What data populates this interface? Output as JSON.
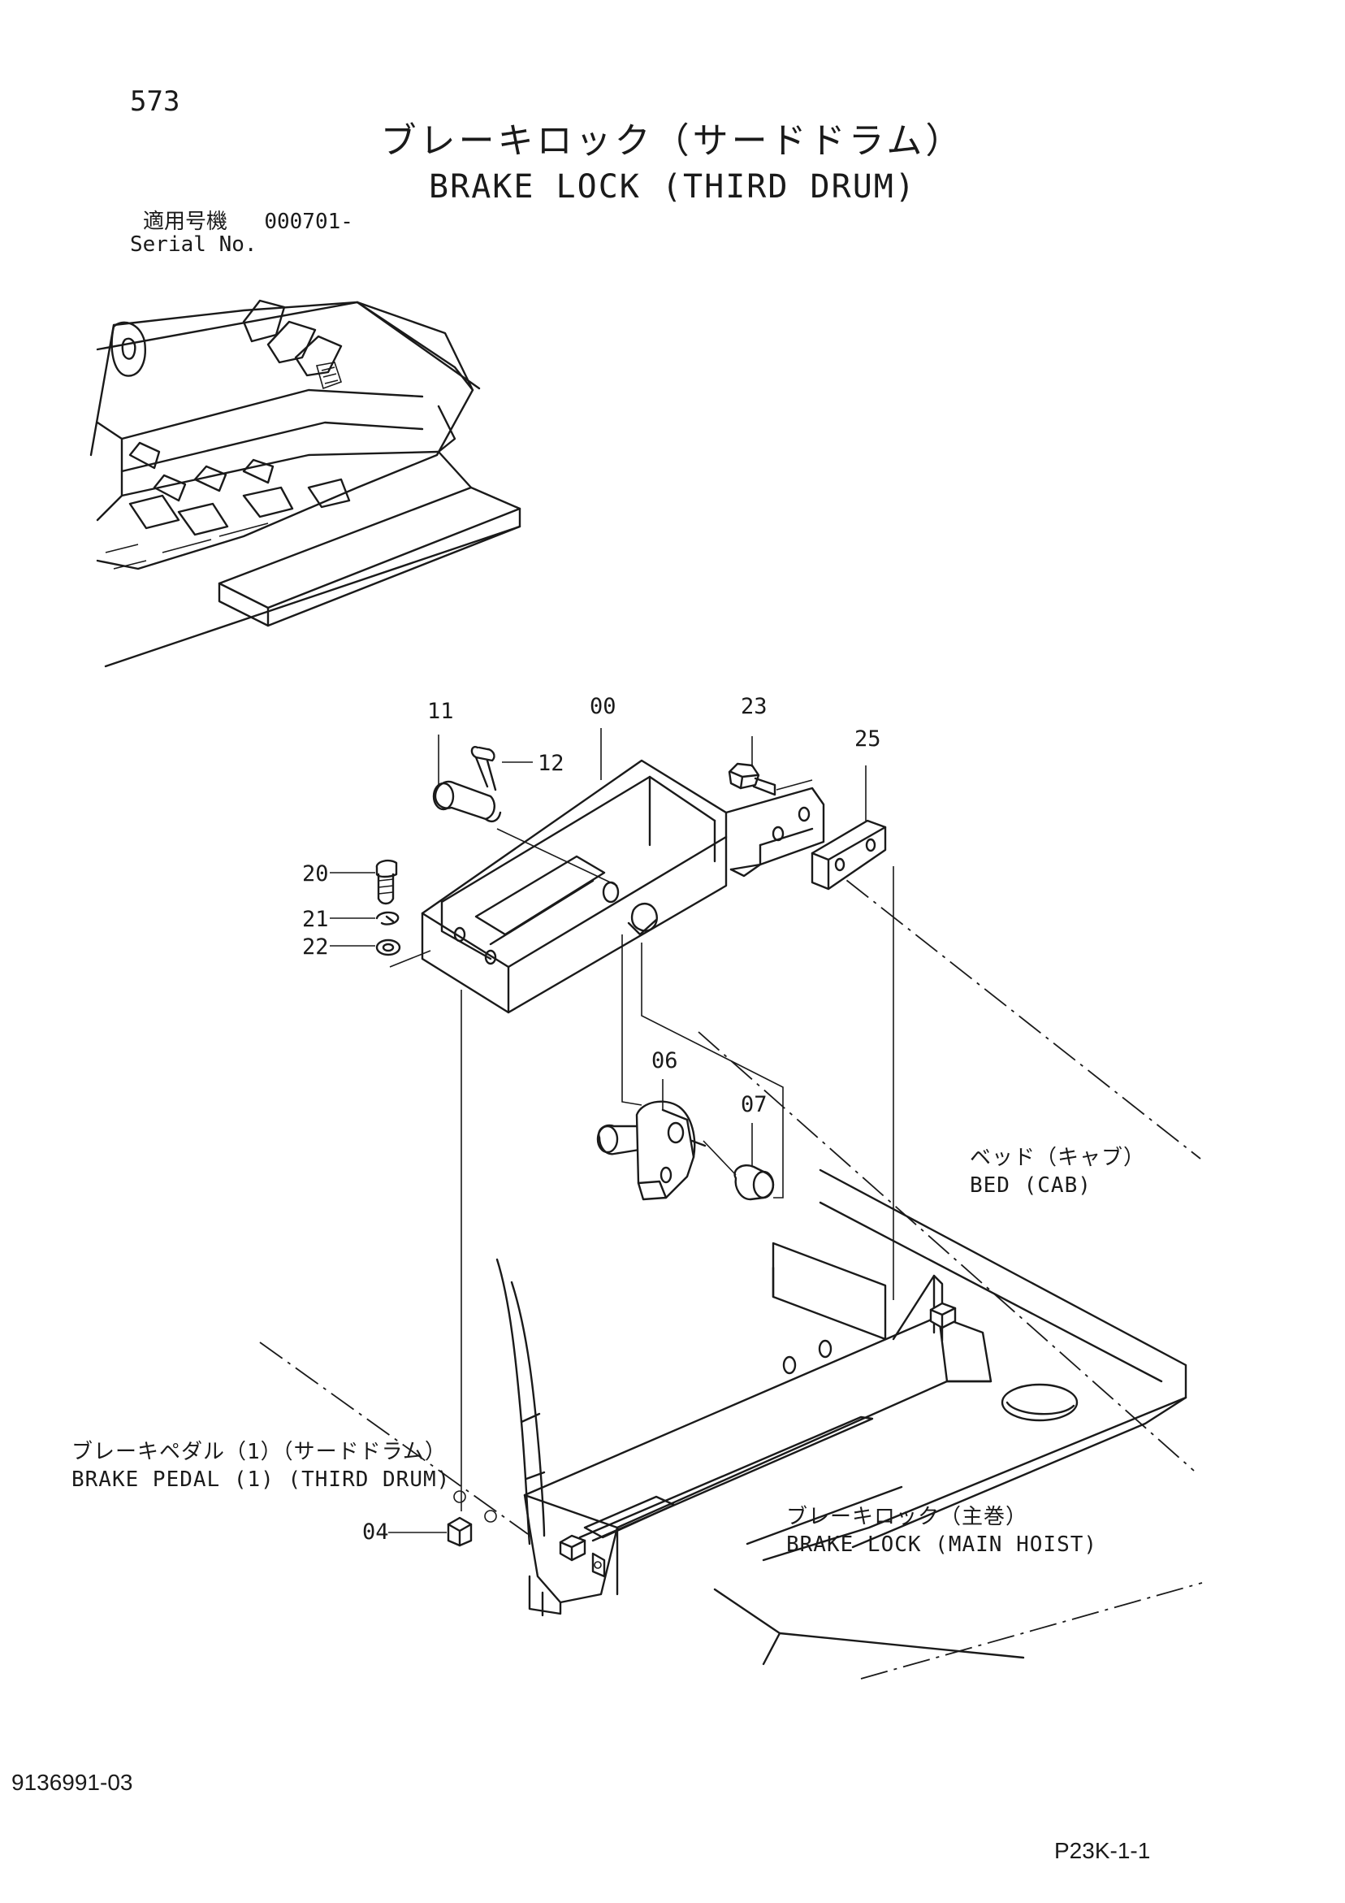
{
  "header": {
    "page_number": "573",
    "title_jp": "ブレーキロック（サードドラム）",
    "title_en": "BRAKE LOCK (THIRD DRUM)",
    "serial_label_jp": "適用号機",
    "serial_value": "000701-",
    "serial_label_en": "Serial No."
  },
  "callouts": {
    "c00": "00",
    "c04": "04",
    "c06": "06",
    "c07": "07",
    "c11": "11",
    "c12": "12",
    "c20": "20",
    "c21": "21",
    "c22": "22",
    "c23": "23",
    "c25": "25"
  },
  "notes": {
    "bed_jp": "ベッド（キャブ）",
    "bed_en": "BED (CAB)",
    "pedal_jp": "ブレーキペダル（1）（サードドラム）",
    "pedal_en": "BRAKE PEDAL (1) (THIRD DRUM)",
    "mainlock_jp": "ブレーキロック（主巻）",
    "mainlock_en": "BRAKE LOCK (MAIN HOIST)"
  },
  "footer": {
    "document_number": "9136991-03",
    "page_code": "P23K-1-1"
  }
}
